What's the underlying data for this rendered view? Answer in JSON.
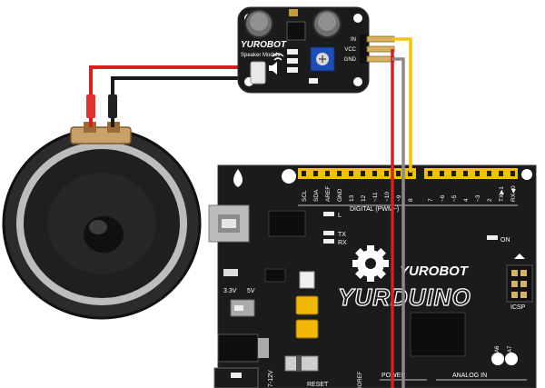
{
  "module": {
    "brand": "YUROBOT",
    "name": "Speaker Module",
    "pins": [
      "IN",
      "VCC",
      "GND"
    ]
  },
  "board": {
    "brand": "YUROBOT",
    "logo": "YURDUINO",
    "header_top_labels": [
      "SCL",
      "SDA",
      "AREF",
      "GND",
      "13",
      "12",
      "~11",
      "~10",
      "~9",
      "8",
      "7",
      "~6",
      "~5",
      "4",
      "~3",
      "2",
      "TX▶1",
      "RX◀0"
    ],
    "digital_label": "DIGITAL  (PWM~)",
    "led_l": "L",
    "led_tx": "TX",
    "led_rx": "RX",
    "led_on": "ON",
    "icsp": "ICSP",
    "v33": "3.3V",
    "v5": "5V",
    "power_jack": "7-12V",
    "reset": "RESET",
    "aref_bottom": "IOREF",
    "power": "POWER",
    "analog": "ANALOG IN",
    "a_pins": [
      "A6",
      "A7"
    ]
  },
  "colors": {
    "wire_red": "#d62020",
    "wire_black": "#1a1a1a",
    "wire_yellow": "#f5c400",
    "wire_gray": "#8a8a8a",
    "header_yellow": "#f2c200",
    "board_black": "#1b1b1b"
  }
}
